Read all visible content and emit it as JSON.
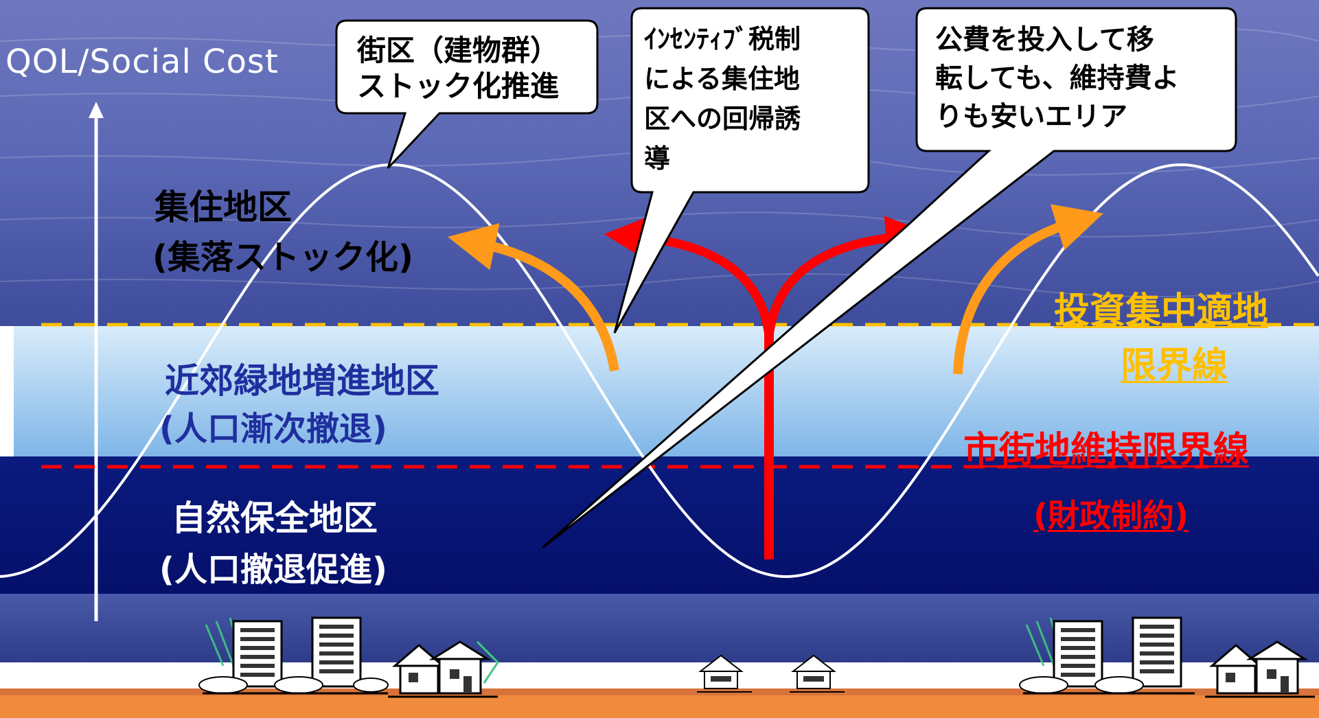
{
  "axis": {
    "label": "QOL/Social Cost"
  },
  "zones": [
    {
      "title": "集住地区",
      "subtitle": "(集落ストック化)",
      "color": "#000000"
    },
    {
      "title": "近郊緑地増進地区",
      "subtitle": "(人口漸次撤退)",
      "color": "#1f2f9e"
    },
    {
      "title": "自然保全地区",
      "subtitle": "(人口撤退促進)",
      "color": "#ffffff"
    }
  ],
  "lines": {
    "investment": {
      "line1": "投資集中適地",
      "line2": "限界線",
      "color": "#ffc000"
    },
    "maintenance": {
      "line1": "市街地維持限界線",
      "line2": "(財政制約)",
      "color": "#ff0000"
    }
  },
  "callouts": [
    {
      "text": "街区（建物群）\nストック化推進"
    },
    {
      "text": "ｲﾝｾﾝﾃｨﾌﾞ税制\nによる集住地\n区への回帰誘\n導"
    },
    {
      "text": "公費を投入して移\n転しても、維持費よ\nりも安いエリア"
    }
  ],
  "colors": {
    "orange_arrow": "#ff9a1a",
    "red_arrow": "#ff0000",
    "curve": "#ffffff",
    "ground": "#f08a3c"
  },
  "icons": [
    "city-buildings-icon",
    "house-icon",
    "city-buildings-icon"
  ]
}
